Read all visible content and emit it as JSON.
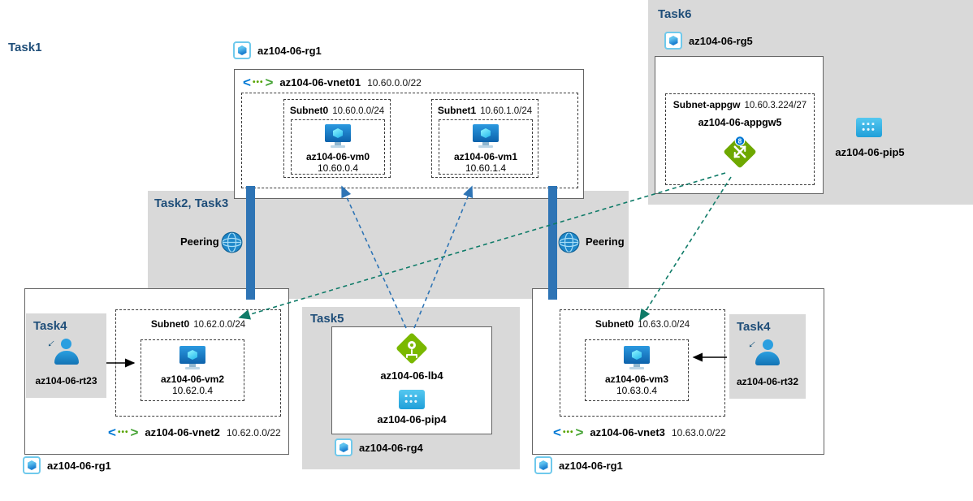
{
  "tasks": {
    "task1": "Task1",
    "task23": "Task2, Task3",
    "task4_left": "Task4",
    "task4_right": "Task4",
    "task5": "Task5",
    "task6": "Task6"
  },
  "peering": {
    "left": "Peering",
    "right": "Peering"
  },
  "rg_top": "az104-06-rg1",
  "vnet01": {
    "name": "az104-06-vnet01",
    "cidr": "10.60.0.0/22"
  },
  "subnet0_top": {
    "name": "Subnet0",
    "cidr": "10.60.0.0/24"
  },
  "vm0": {
    "name": "az104-06-vm0",
    "ip": "10.60.0.4"
  },
  "subnet1_top": {
    "name": "Subnet1",
    "cidr": "10.60.1.0/24"
  },
  "vm1": {
    "name": "az104-06-vm1",
    "ip": "10.60.1.4"
  },
  "rg5": "az104-06-rg5",
  "subnet_appgw": {
    "name": "Subnet-appgw",
    "cidr": "10.60.3.224/27"
  },
  "appgw5": "az104-06-appgw5",
  "pip5": "az104-06-pip5",
  "left": {
    "rt": "az104-06-rt23",
    "subnet": {
      "name": "Subnet0",
      "cidr": "10.62.0.0/24"
    },
    "vm": {
      "name": "az104-06-vm2",
      "ip": "10.62.0.4"
    },
    "vnet": {
      "name": "az104-06-vnet2",
      "cidr": "10.62.0.0/22"
    },
    "rg": "az104-06-rg1"
  },
  "center": {
    "lb": "az104-06-lb4",
    "pip": "az104-06-pip4",
    "rg": "az104-06-rg4"
  },
  "right": {
    "rt": "az104-06-rt32",
    "subnet": {
      "name": "Subnet0",
      "cidr": "10.63.0.0/24"
    },
    "vm": {
      "name": "az104-06-vm3",
      "ip": "10.63.0.4"
    },
    "vnet": {
      "name": "az104-06-vnet3",
      "cidr": "10.63.0.0/22"
    },
    "rg": "az104-06-rg1"
  },
  "colors": {
    "task_label": "#1f4e79",
    "peering_bar": "#2e74b5",
    "lb_arrow": "#2e74b5",
    "appgw_arrow": "#0f7b68",
    "gray_box": "#d9d9d9",
    "green_icon": "#7ab800"
  }
}
